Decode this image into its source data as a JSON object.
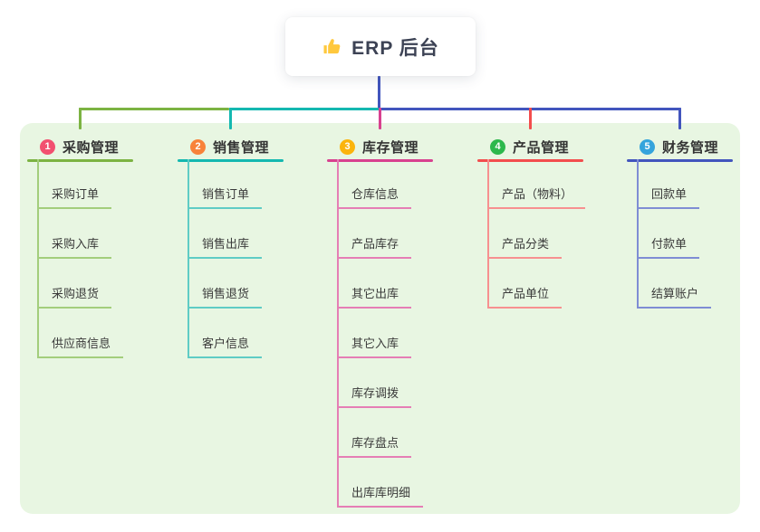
{
  "root": {
    "title": "ERP 后台",
    "icon": "thumbs-up-icon",
    "icon_color": "#FFC83D",
    "connector_color": "#4255BD"
  },
  "canvas": {
    "panel_color": "#E8F6E2"
  },
  "branches": [
    {
      "num": "1",
      "label": "采购管理",
      "badge_color": "#F25070",
      "line_color": "#7CB342",
      "sub_line_color": "#A3CE7C",
      "items": [
        "采购订单",
        "采购入库",
        "采购退货",
        "供应商信息"
      ]
    },
    {
      "num": "2",
      "label": "销售管理",
      "badge_color": "#F8823A",
      "line_color": "#14B8B0",
      "sub_line_color": "#5FCCC5",
      "items": [
        "销售订单",
        "销售出库",
        "销售退货",
        "客户信息"
      ]
    },
    {
      "num": "3",
      "label": "库存管理",
      "badge_color": "#FBB40C",
      "line_color": "#D8418F",
      "sub_line_color": "#E57EB5",
      "items": [
        "仓库信息",
        "产品库存",
        "其它出库",
        "其它入库",
        "库存调拨",
        "库存盘点",
        "出库库明细"
      ]
    },
    {
      "num": "4",
      "label": "产品管理",
      "badge_color": "#2DB84C",
      "line_color": "#F34D4D",
      "sub_line_color": "#F79090",
      "items": [
        "产品（物料）",
        "产品分类",
        "产品单位"
      ]
    },
    {
      "num": "5",
      "label": "财务管理",
      "badge_color": "#35A4DC",
      "line_color": "#4255BD",
      "sub_line_color": "#7F8DD4",
      "items": [
        "回款单",
        "付款单",
        "结算账户"
      ]
    }
  ]
}
